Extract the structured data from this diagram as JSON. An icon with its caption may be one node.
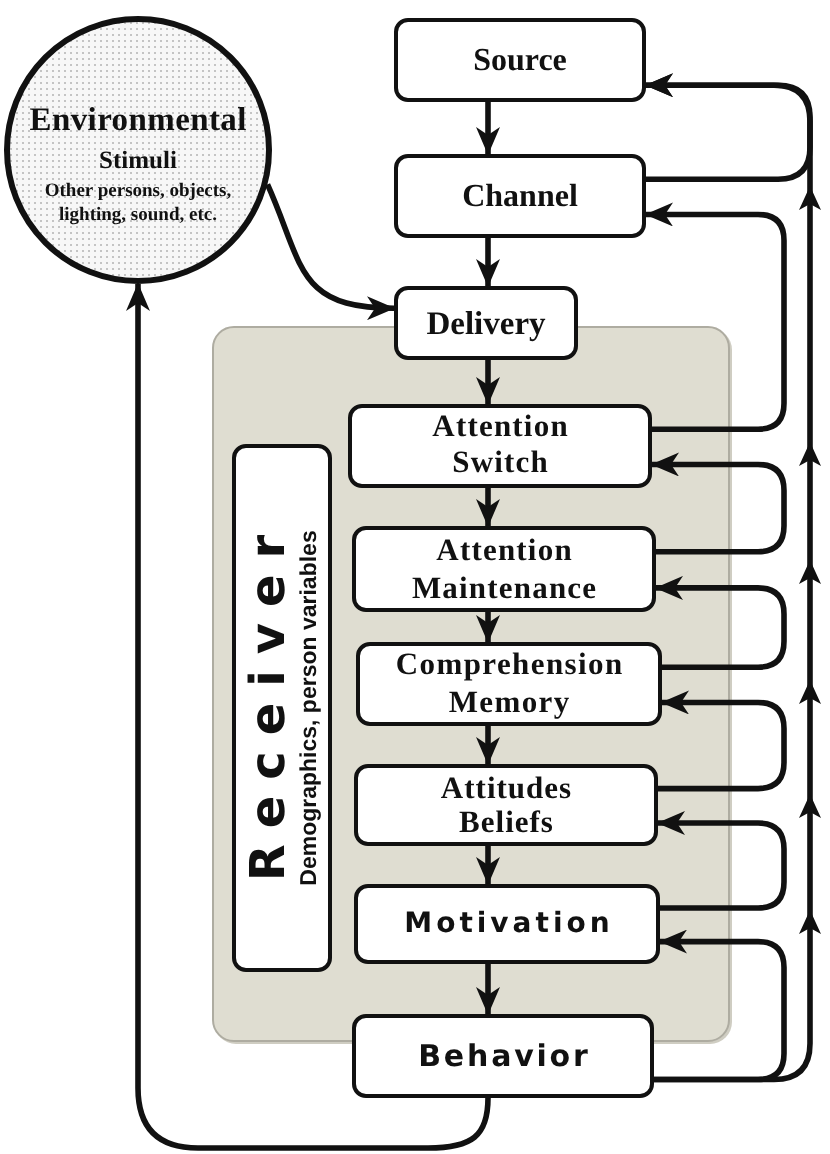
{
  "diagram": {
    "nodes": [
      {
        "text": [
          "Environmental",
          "Stimuli",
          "Other persons, objects, lighting, sound, etc."
        ]
      },
      {
        "text": [
          "Source"
        ]
      },
      {
        "text": [
          "Channel"
        ]
      },
      {
        "text": [
          "Delivery"
        ]
      },
      {
        "text": [],
        "shape": "box"
      },
      {
        "text": [
          "Receiver",
          "Demographics, person variables"
        ],
        "in": 4
      },
      {
        "text": [
          "Attention Switch"
        ],
        "in": 4
      },
      {
        "text": [
          "Attention Maintenance"
        ],
        "in": 4
      },
      {
        "text": [
          "Comprehension Memory"
        ],
        "in": 4
      },
      {
        "text": [
          "Attitudes Beliefs"
        ],
        "in": 4
      },
      {
        "text": [
          "Motivation"
        ],
        "in": 4
      },
      {
        "text": [
          "Behavior"
        ]
      }
    ],
    "edges": [
      {
        "from": 1,
        "to": 2,
        "arrow": "to"
      },
      {
        "from": 2,
        "to": 3,
        "arrow": "to"
      },
      {
        "from": 3,
        "to": 6,
        "arrow": "to"
      },
      {
        "from": 6,
        "to": 7,
        "arrow": "to"
      },
      {
        "from": 7,
        "to": 8,
        "arrow": "to"
      },
      {
        "from": 8,
        "to": 9,
        "arrow": "to"
      },
      {
        "from": 9,
        "to": 10,
        "arrow": "to"
      },
      {
        "from": 10,
        "to": 11,
        "arrow": "to"
      },
      {
        "from": 0,
        "to": 3,
        "arrow": "to"
      },
      {
        "from": 11,
        "to": 0,
        "arrow": "to"
      },
      {
        "from": 2,
        "to": 1,
        "arrow": "to"
      },
      {
        "from": 6,
        "to": 2,
        "arrow": "to"
      },
      {
        "from": 7,
        "to": 6,
        "arrow": "to"
      },
      {
        "from": 8,
        "to": 7,
        "arrow": "to"
      },
      {
        "from": 9,
        "to": 8,
        "arrow": "to"
      },
      {
        "from": 10,
        "to": 9,
        "arrow": "to"
      },
      {
        "from": 11,
        "to": 10,
        "arrow": "to"
      },
      {
        "from": 11,
        "to": 1,
        "arrow": "to"
      }
    ]
  }
}
